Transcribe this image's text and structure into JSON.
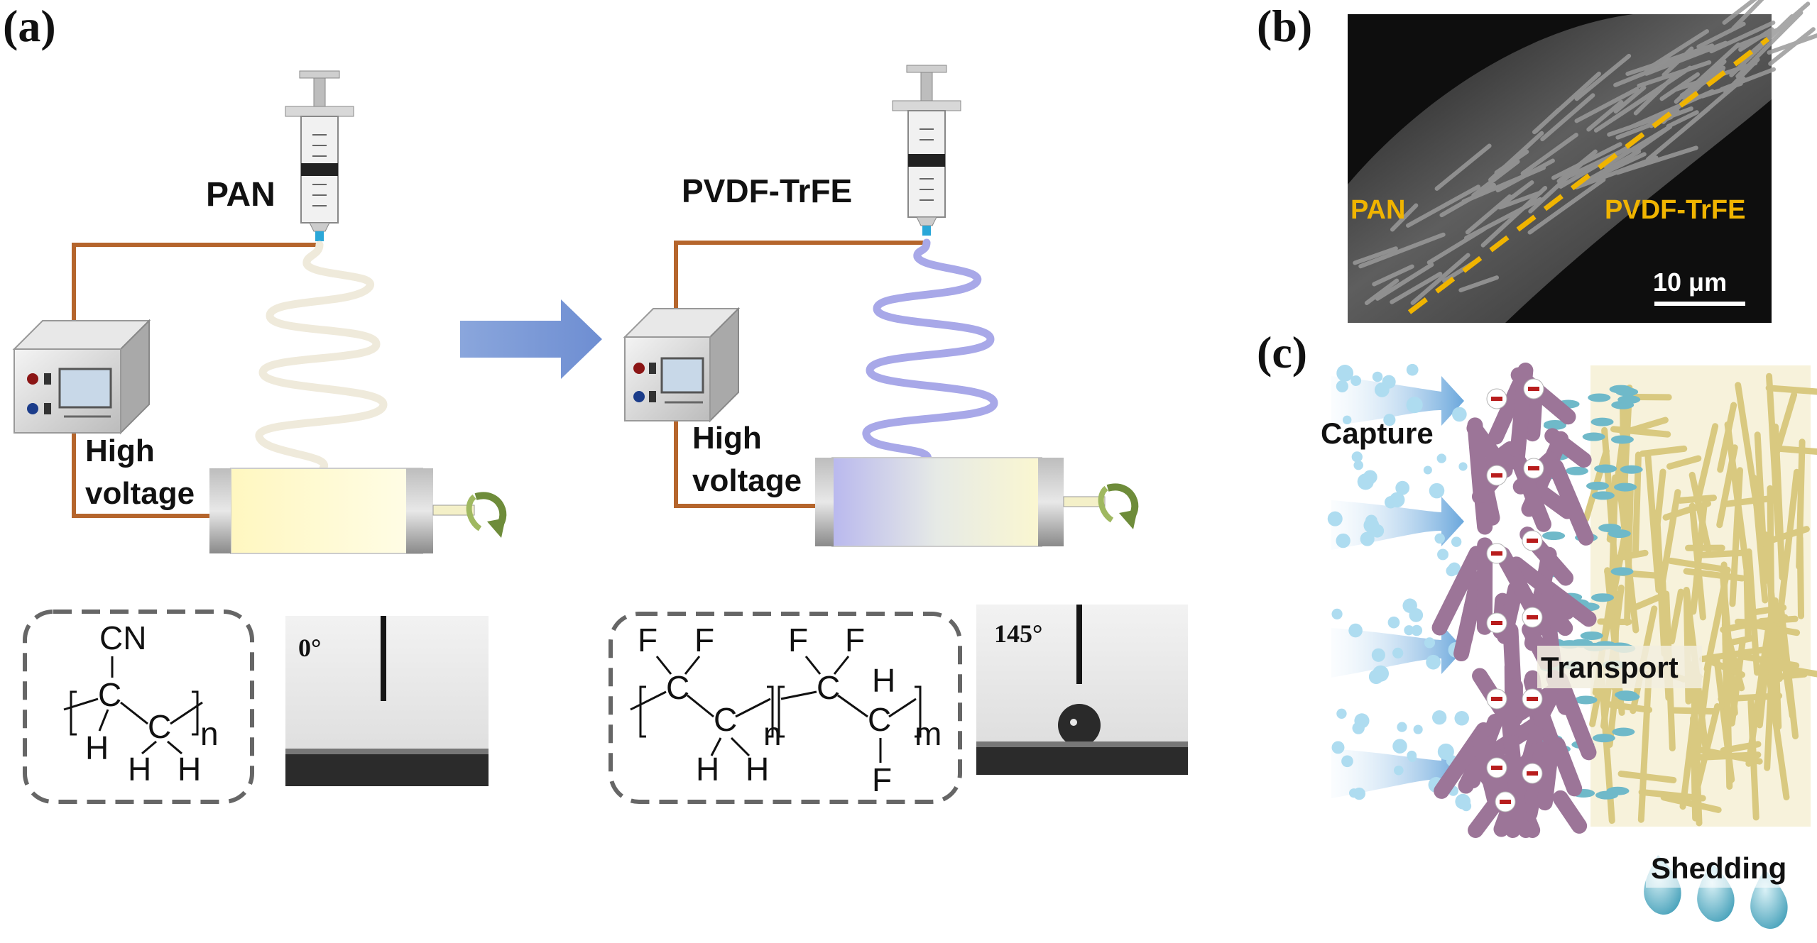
{
  "panels": {
    "a": "(a)",
    "b": "(b)",
    "c": "(c)"
  },
  "setup_left": {
    "polymer": "PAN",
    "power_label_line1": "High",
    "power_label_line2": "voltage",
    "fiber_color": "#efeadb",
    "drum_color": "#fffbd2"
  },
  "setup_right": {
    "polymer": "PVDF-TrFE",
    "power_label_line1": "High",
    "power_label_line2": "voltage",
    "fiber_color": "#a8a8e8",
    "drum_color": "#dde6f0"
  },
  "chem_left": {
    "cn": "CN",
    "c1": "C",
    "c2": "C",
    "h1": "H",
    "h2": "H",
    "h3": "H",
    "n": "n"
  },
  "chem_right": {
    "f1": "F",
    "f2": "F",
    "f3": "F",
    "f4": "F",
    "f5": "F",
    "c1": "C",
    "c2": "C",
    "c3": "C",
    "c4": "C",
    "h1": "H",
    "h2": "H",
    "h3": "H",
    "n": "n",
    "m": "m"
  },
  "contact_angles": {
    "left": "0°",
    "right": "145°"
  },
  "sem": {
    "left_label": "PAN",
    "right_label": "PVDF-TrFE",
    "scale": "10 μm",
    "accent": "#f0b400"
  },
  "schematic": {
    "capture": "Capture",
    "transport": "Transport",
    "shedding": "Shedding",
    "hydrophilic_color": "#a07a9c",
    "hydrophobic_color": "#e6d9a0",
    "droplet_color": "#7fc6d6"
  },
  "icons": {
    "syringe": "syringe-icon",
    "power": "power-supply-icon",
    "rotation": "rotation-arrow-icon",
    "arrow": "process-arrow-icon"
  }
}
